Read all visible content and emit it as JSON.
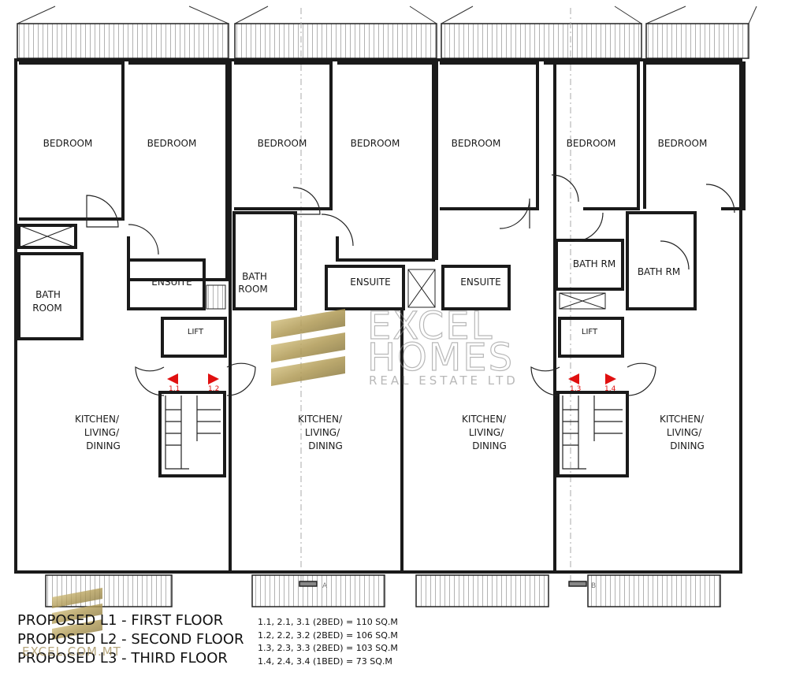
{
  "rooms": {
    "bedroom": "BEDROOM",
    "ensuite": "ENSUITE",
    "bath": "BATH",
    "room": "ROOM",
    "bath_rm": "BATH RM",
    "lift": "LIFT",
    "kitchen": "KITCHEN/",
    "living": "LIVING/",
    "dining": "DINING"
  },
  "unit_tags": [
    "1.1",
    "1.2",
    "1.3",
    "1.4"
  ],
  "section_marks": [
    "A",
    "B"
  ],
  "watermark": {
    "line1": "EXCEL",
    "line2": "HOMES",
    "line3": "REAL ESTATE LTD",
    "site": "EXCEL.COM.MT"
  },
  "floors": [
    "PROPOSED L1 - FIRST FLOOR",
    "PROPOSED L2 - SECOND FLOOR",
    "PROPOSED L3 - THIRD FLOOR"
  ],
  "areas": [
    "1.1, 2.1, 3.1 (2BED) = 110 SQ.M",
    "1.2, 2.2, 3.2 (2BED) = 106 SQ.M",
    "1.3, 2.3, 3.3 (2BED) = 103 SQ.M",
    "1.4, 2.4, 3.4 (1BED) = 73 SQ.M"
  ],
  "colors": {
    "wall": "#1a1a1a",
    "tag": "#e01010",
    "brand_gold": "#b09a55"
  }
}
